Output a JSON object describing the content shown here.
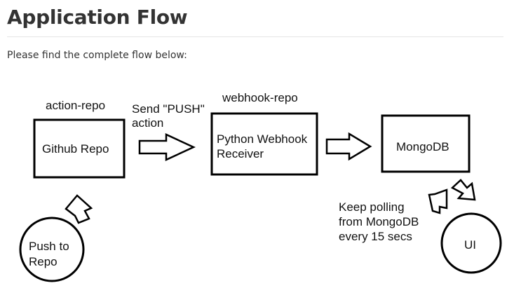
{
  "page": {
    "title": "Application Flow",
    "intro": "Please find the complete flow below:"
  },
  "diagram": {
    "nodes": {
      "github_repo": {
        "caption": "action-repo",
        "label": "Github Repo"
      },
      "webhook_receiver": {
        "caption": "webhook-repo",
        "label_lines": [
          "Python Webhook",
          "Receiver"
        ]
      },
      "mongodb": {
        "label": "MongoDB"
      },
      "push_to_repo": {
        "label_lines": [
          "Push to",
          "Repo"
        ]
      },
      "ui": {
        "label": "UI"
      }
    },
    "edges": {
      "send_push": {
        "label_lines": [
          "Send \"PUSH\"",
          "action"
        ]
      },
      "polling": {
        "label_lines": [
          "Keep polling",
          "from MongoDB",
          "every 15 secs"
        ]
      }
    }
  }
}
